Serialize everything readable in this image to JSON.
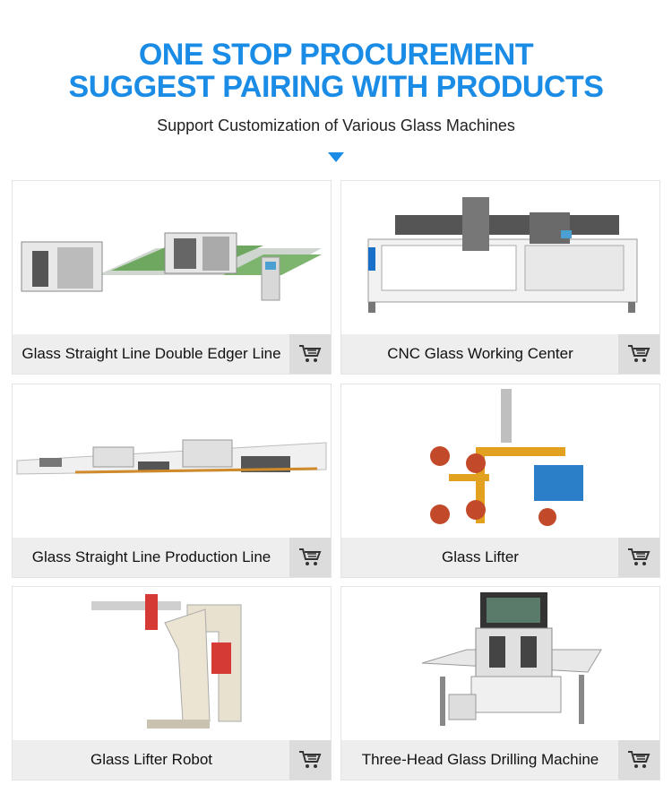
{
  "header": {
    "title_line1": "ONE STOP PROCUREMENT",
    "title_line2": "SUGGEST PAIRING WITH PRODUCTS",
    "subtitle": "Support Customization of Various Glass Machines"
  },
  "products": [
    {
      "name": "Glass Straight Line Double Edger Line",
      "icon": "double-edger-line-image"
    },
    {
      "name": "CNC Glass Working Center",
      "icon": "cnc-working-center-image"
    },
    {
      "name": "Glass Straight Line Production Line",
      "icon": "production-line-image"
    },
    {
      "name": "Glass Lifter",
      "icon": "glass-lifter-image"
    },
    {
      "name": "Glass Lifter Robot",
      "icon": "lifter-robot-image"
    },
    {
      "name": "Three-Head Glass Drilling Machine",
      "icon": "drilling-machine-image"
    }
  ],
  "colors": {
    "accent": "#1a8ce6",
    "label_bg": "#eeeeee",
    "cart_bg": "#dcdcdc"
  }
}
